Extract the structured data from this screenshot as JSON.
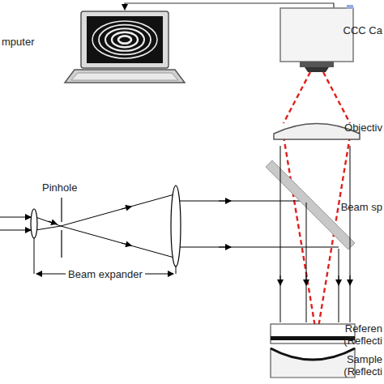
{
  "diagram": {
    "labels": [
      "mputer",
      "CCC Ca",
      "Objectiv",
      "Pinhole",
      "Beam sp",
      "Beam expander",
      "Referen",
      "(Reflecti",
      "Sample",
      "(Reflecti"
    ]
  }
}
